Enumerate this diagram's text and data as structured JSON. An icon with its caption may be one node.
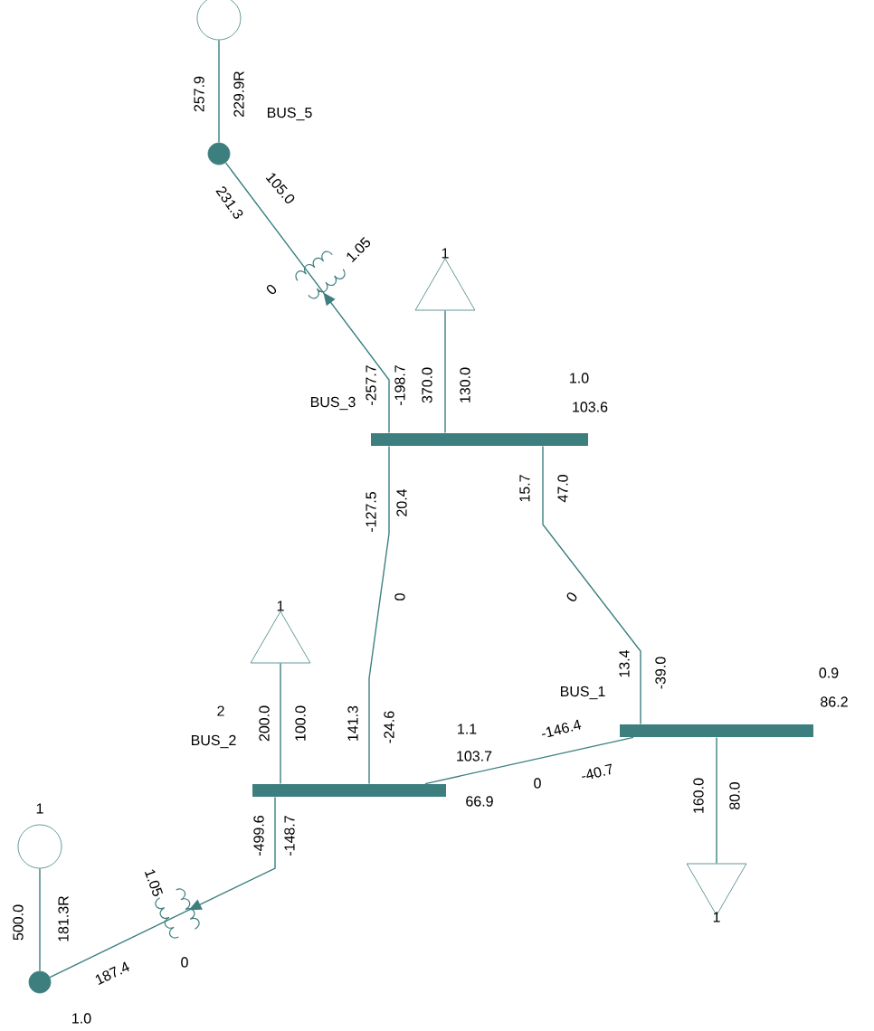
{
  "diagram": {
    "nodes": [
      {
        "text": [],
        "shape": "circle"
      },
      {
        "text": [],
        "shape": "circle",
        "beside": [
          "BUS_5"
        ]
      },
      {
        "text": [],
        "shape": "bar",
        "beside": [
          "BUS_3",
          "1.0",
          "103.6"
        ]
      },
      {
        "text": [],
        "shape": "triangle",
        "beside": [
          "1"
        ]
      },
      {
        "text": [],
        "shape": "bar",
        "beside": [
          "2",
          "BUS_2",
          "1.1",
          "103.7"
        ]
      },
      {
        "text": [],
        "shape": "triangle",
        "beside": [
          "1"
        ]
      },
      {
        "text": [],
        "shape": "bar",
        "beside": [
          "BUS_1",
          "0.9",
          "86.2"
        ]
      },
      {
        "text": [],
        "shape": "triangle",
        "beside": [
          "1"
        ]
      },
      {
        "text": [],
        "shape": "circle",
        "beside": [
          "1"
        ]
      },
      {
        "text": [],
        "shape": "circle",
        "beside": [
          "1.0"
        ]
      }
    ],
    "edges": [
      {
        "from": 0,
        "to": 1,
        "arrow": "none"
      },
      {
        "from": 2,
        "to": 1,
        "arrow": "to"
      },
      {
        "from": 3,
        "to": 2,
        "arrow": "none"
      },
      {
        "from": 2,
        "to": 4,
        "arrow": "none"
      },
      {
        "from": 2,
        "to": 6,
        "arrow": "none"
      },
      {
        "from": 4,
        "to": 6,
        "arrow": "none"
      },
      {
        "from": 5,
        "to": 4,
        "arrow": "none"
      },
      {
        "from": 6,
        "to": 7,
        "arrow": "none"
      },
      {
        "from": 8,
        "to": 9,
        "arrow": "none"
      },
      {
        "from": 4,
        "to": 9,
        "arrow": "to"
      }
    ],
    "labels": [
      "257.9",
      "229.9R",
      "231.3",
      "105.0",
      "1.05",
      "0",
      "-257.7",
      "-198.7",
      "370.0",
      "130.0",
      "-127.5",
      "20.4",
      "0",
      "141.3",
      "-24.6",
      "15.7",
      "47.0",
      "0",
      "13.4",
      "-39.0",
      "200.0",
      "100.0",
      "-146.4",
      "0",
      "-40.7",
      "66.9",
      "160.0",
      "80.0",
      "-499.6",
      "-148.7",
      "1.05",
      "0",
      "187.4",
      "500.0",
      "181.3R"
    ]
  }
}
